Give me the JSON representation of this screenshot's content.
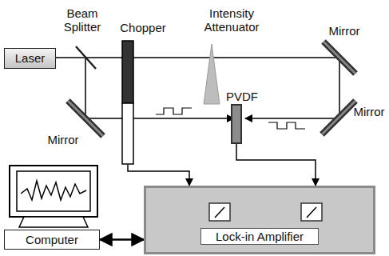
{
  "diagram": {
    "nodes": [
      {
        "text": [
          "Laser"
        ]
      },
      {
        "text": [
          "Chopper"
        ]
      },
      {
        "text": [
          "PVDF"
        ]
      },
      {
        "text": [
          "Computer"
        ]
      },
      {
        "text": [
          "Lock-in Amplifier"
        ]
      }
    ],
    "edges": [
      {
        "from": 1,
        "to": 4,
        "arrow": "to"
      },
      {
        "from": 2,
        "to": 4,
        "arrow": "to"
      },
      {
        "from": 3,
        "to": 4,
        "arrow": "both"
      }
    ],
    "labels": [
      "Beam Splitter",
      "Intensity Attenuator",
      "Mirror",
      "Mirror",
      "Mirror"
    ]
  }
}
